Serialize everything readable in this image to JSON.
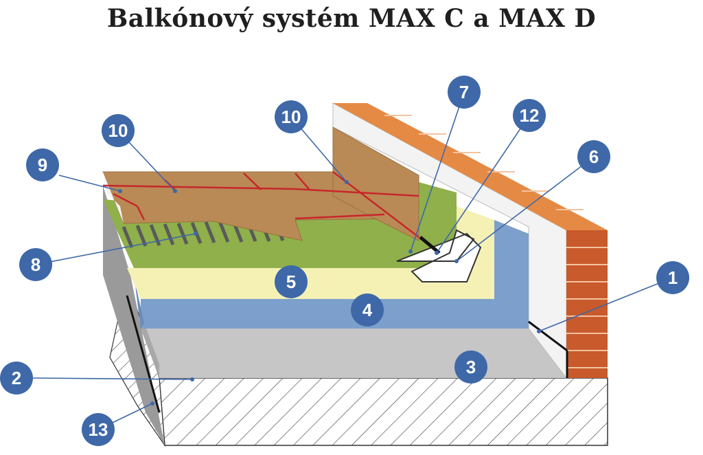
{
  "title": "Balkónový systém MAX C a MAX D",
  "colors": {
    "badge": "#3e68a8",
    "brick": "#c85a2c",
    "brick_top": "#e58a45",
    "tile": "#b98a55",
    "mortar_red": "#c8262c",
    "green_layer": "#8fb04a",
    "yellow_layer": "#f5f1b5",
    "blue_layer": "#7d9fcc",
    "screed": "#c6c6c6",
    "substrate_side": "#9a9a9a"
  },
  "callouts": [
    {
      "id": "c1",
      "label": "1"
    },
    {
      "id": "c2",
      "label": "2"
    },
    {
      "id": "c3",
      "label": "3"
    },
    {
      "id": "c4",
      "label": "4"
    },
    {
      "id": "c5",
      "label": "5"
    },
    {
      "id": "c6",
      "label": "6"
    },
    {
      "id": "c7",
      "label": "7"
    },
    {
      "id": "c8",
      "label": "8"
    },
    {
      "id": "c9",
      "label": "9"
    },
    {
      "id": "c10a",
      "label": "10"
    },
    {
      "id": "c10b",
      "label": "10"
    },
    {
      "id": "c12",
      "label": "12"
    },
    {
      "id": "c13",
      "label": "13"
    }
  ]
}
